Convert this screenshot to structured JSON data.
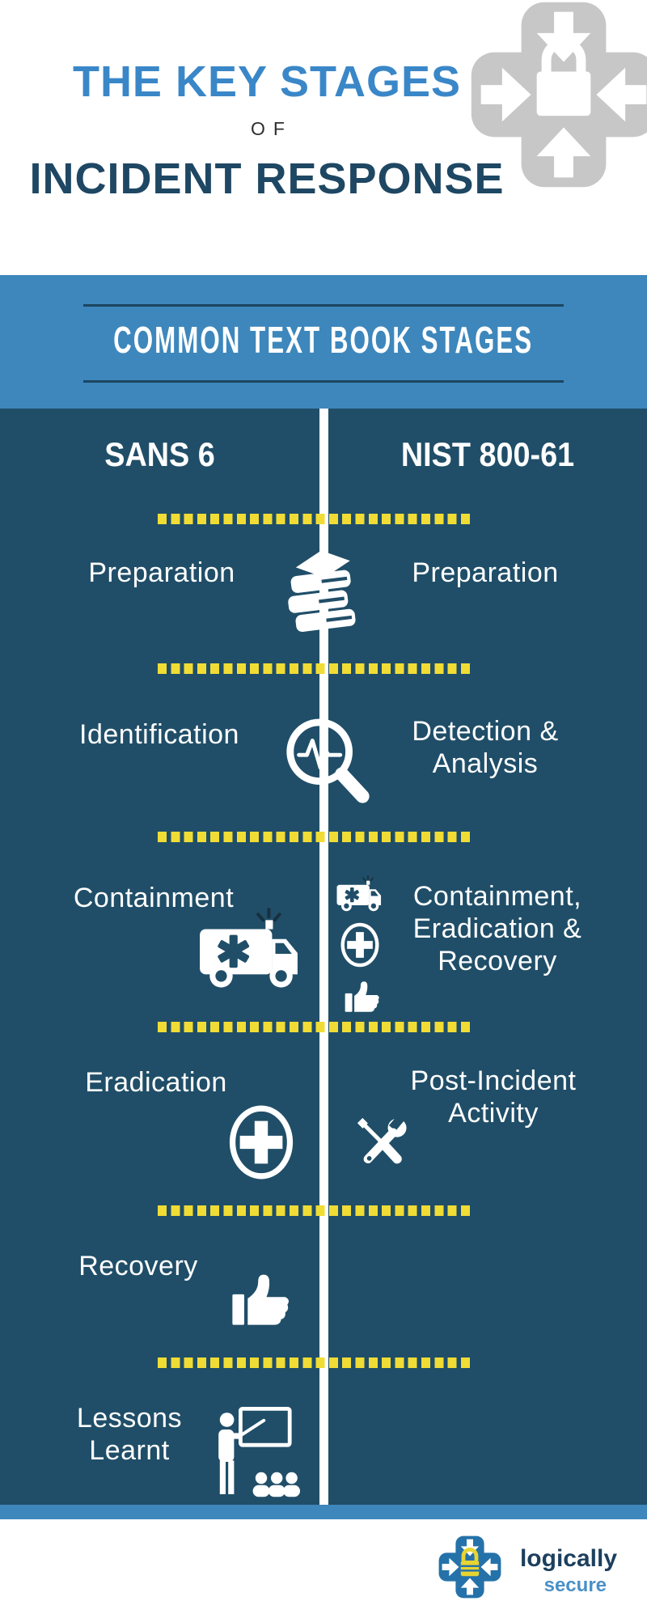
{
  "header": {
    "title_line1": "THE KEY STAGES",
    "connector": "OF",
    "title_line2": "INCIDENT RESPONSE"
  },
  "banner": {
    "label": "COMMON TEXT BOOK STAGES"
  },
  "comparison": {
    "left_header": "SANS 6",
    "right_header": "NIST 800-61",
    "rows": [
      {
        "left_lines": [
          "Preparation"
        ],
        "right_lines": [
          "Preparation"
        ],
        "icon": "books-stack"
      },
      {
        "left_lines": [
          "Identification"
        ],
        "right_lines": [
          "Detection &",
          "Analysis"
        ],
        "icon": "pulse-magnifier"
      },
      {
        "left_lines": [
          "Containment"
        ],
        "right_lines": [
          "Containment,",
          "Eradication &",
          "Recovery"
        ],
        "icons": [
          "ambulance",
          "ambulance-small",
          "medical-cross-small",
          "thumbs-up-small"
        ]
      },
      {
        "left_lines": [
          "Eradication"
        ],
        "right_lines": [
          "Post-Incident",
          "Activity"
        ],
        "icons": [
          "medical-cross",
          "tools"
        ]
      },
      {
        "left_lines": [
          "Recovery"
        ],
        "right_lines": [],
        "icon": "thumbs-up"
      },
      {
        "left_lines": [
          "Lessons",
          "Learnt"
        ],
        "right_lines": [],
        "icon": "presentation-training"
      }
    ]
  },
  "footer": {
    "brand_name": "logically",
    "brand_tagline": "secure",
    "logo_icon": "lock-cross-arrows"
  },
  "decorations": {
    "watermark_icon": "lock-cross-arrows"
  },
  "colors": {
    "navy_bg": "#204e68",
    "band_blue": "#3d87bc",
    "title_blue": "#3a87c8",
    "title_navy": "#1e4763",
    "accent_yellow": "#f0dc35",
    "watermark_gray": "#c7c7c7",
    "logo_blue": "#2472a9",
    "logo_yellow": "#e8d431",
    "brand_navy": "#1c3f5e",
    "brand_blue": "#4a90c6"
  }
}
